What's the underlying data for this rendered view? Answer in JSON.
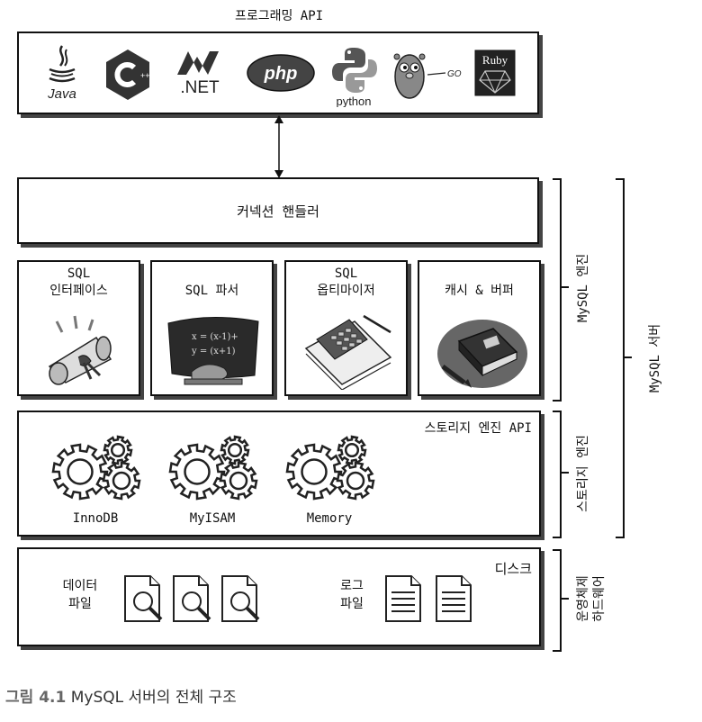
{
  "programming_api": {
    "title": "프로그래밍 API",
    "logos": [
      {
        "name": "java",
        "label": "Java"
      },
      {
        "name": "cpp",
        "label": "C++"
      },
      {
        "name": "dotnet",
        "label": ".NET"
      },
      {
        "name": "php",
        "label": "php"
      },
      {
        "name": "python",
        "label": "python"
      },
      {
        "name": "go",
        "label": "GO"
      },
      {
        "name": "ruby",
        "label": "Ruby"
      }
    ]
  },
  "connection_handler": {
    "label": "커넥션 핸들러"
  },
  "mysql_engine_modules": [
    {
      "line1": "SQL",
      "line2": "인터페이스",
      "icon": "scroll-icon"
    },
    {
      "line1": "",
      "line2": "SQL 파서",
      "icon": "chalkboard-icon"
    },
    {
      "line1": "SQL",
      "line2": "옵티마이저",
      "icon": "calculator-icon"
    },
    {
      "line1": "",
      "line2": "캐시 & 버퍼",
      "icon": "book-icon"
    }
  ],
  "storage_engine": {
    "title": "스토리지 엔진 API",
    "engines": [
      "InnoDB",
      "MyISAM",
      "Memory"
    ]
  },
  "disk": {
    "title": "디스크",
    "data_files": {
      "line1": "데이터",
      "line2": "파일"
    },
    "log_files": {
      "line1": "로그",
      "line2": "파일"
    }
  },
  "side_labels": {
    "mysql_engine": "MySQL 엔진",
    "storage_engine": "스토리지 엔진",
    "mysql_server": "MySQL 서버",
    "os_hardware_line1": "운영체제",
    "os_hardware_line2": "하드웨어"
  },
  "caption": {
    "prefix": "그림 4.1",
    "text": " MySQL 서버의 전체 구조"
  },
  "colors": {
    "border": "#111111",
    "shadow": "#444444",
    "caption_prefix": "#666666"
  }
}
